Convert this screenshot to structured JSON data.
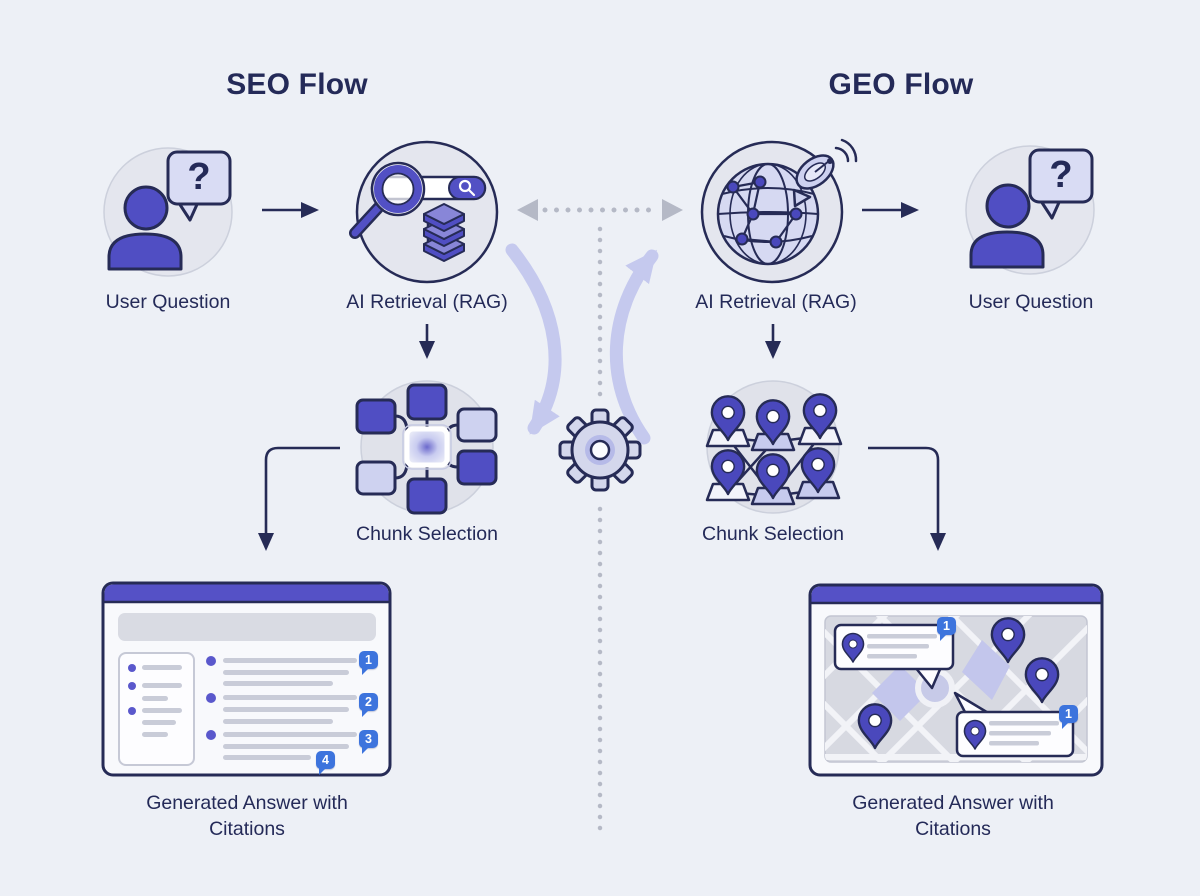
{
  "titles": {
    "seo": "SEO Flow",
    "geo": "GEO Flow"
  },
  "labels": {
    "user_question_seo": "User Question",
    "ai_retrieval_seo": "AI Retrieval (RAG)",
    "ai_retrieval_geo": "AI Retrieval (RAG)",
    "user_question_geo": "User Question",
    "chunk_selection_seo": "Chunk Selection",
    "chunk_selection_geo": "Chunk Selection",
    "generated_answer_seo": "Generated Answer with Citations",
    "generated_answer_geo": "Generated Answer with Citations"
  },
  "glyphs": {
    "question_mark": "?"
  },
  "citations": {
    "browser": [
      "1",
      "2",
      "3",
      "4"
    ],
    "map": [
      "1",
      "1"
    ]
  },
  "colors": {
    "background": "#edf0f6",
    "navy_outline": "#262b56",
    "primary_purple": "#5250c4",
    "lavender": "#d9dcf4",
    "badge_blue": "#3d74dd",
    "icon_circle_gray": "#e4e6ee",
    "curved_arrow": "#c5c9ee"
  }
}
